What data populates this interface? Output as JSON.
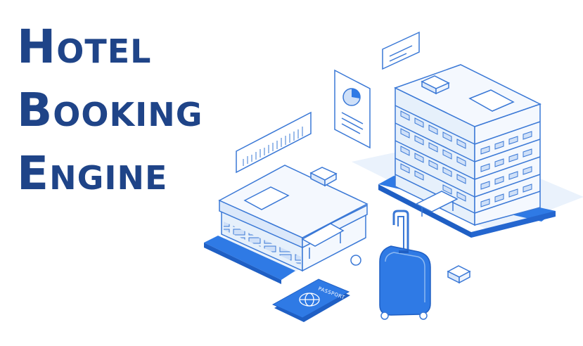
{
  "heading": {
    "line1": "Hotel",
    "line2": "Booking",
    "line3": "Engine"
  },
  "passport": {
    "label": "PASSPORT"
  },
  "colors": {
    "title": "#1f4488",
    "primary_blue": "#2f7ae5",
    "light_blue": "#e6f0fb",
    "shadow_blue": "#dbe8fa",
    "outline": "#3a78d6"
  },
  "icons": [
    "hotel-building-icon",
    "luggage-icon",
    "passport-icon",
    "pie-chart-card-icon",
    "globe-icon"
  ]
}
